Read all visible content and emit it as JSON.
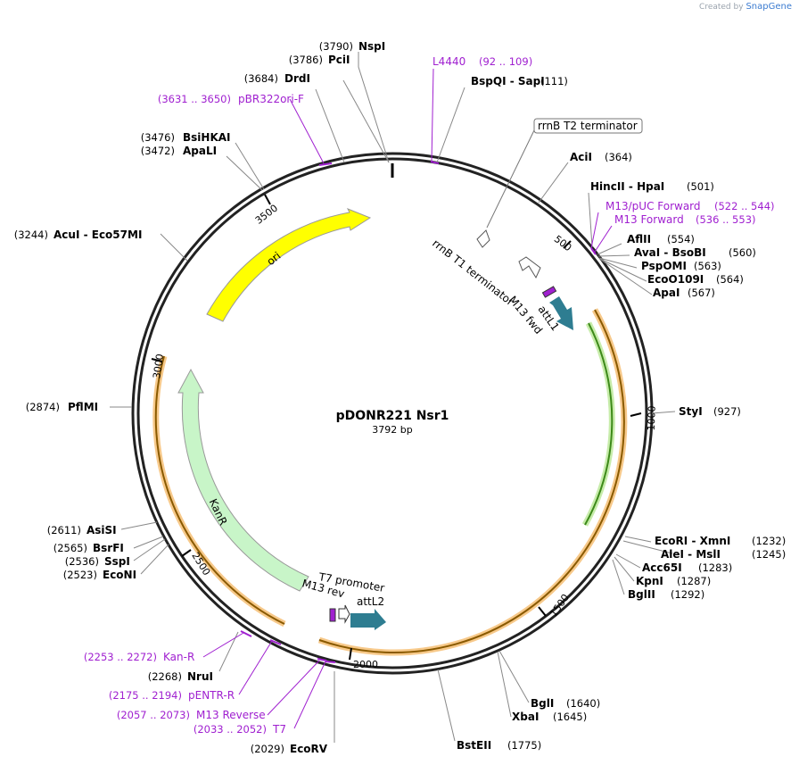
{
  "credit": {
    "prefix": "Created by",
    "brand": "SnapGene"
  },
  "plasmid": {
    "name": "pDONR221 Nsr1",
    "length_label": "3792 bp",
    "length": 3792
  },
  "ticks": [
    "500",
    "1000",
    "1500",
    "2000",
    "2500",
    "3000",
    "3500"
  ],
  "enzyme_sites": [
    {
      "pos": "(3790)",
      "name": "NspI"
    },
    {
      "pos": "(3786)",
      "name": "PciI"
    },
    {
      "pos": "(3684)",
      "name": "DrdI"
    },
    {
      "pos": "(111)",
      "name": "BspQI - SapI"
    },
    {
      "pos": "(364)",
      "name": "AciI"
    },
    {
      "pos": "(501)",
      "name": "HincII - HpaI"
    },
    {
      "pos": "(554)",
      "name": "AflII"
    },
    {
      "pos": "(560)",
      "name": "AvaI - BsoBI"
    },
    {
      "pos": "(563)",
      "name": "PspOMI"
    },
    {
      "pos": "(564)",
      "name": "EcoO109I"
    },
    {
      "pos": "(567)",
      "name": "ApaI"
    },
    {
      "pos": "(927)",
      "name": "StyI"
    },
    {
      "pos": "(1232)",
      "name": "EcoRI - XmnI"
    },
    {
      "pos": "(1245)",
      "name": "AleI - MslI"
    },
    {
      "pos": "(1283)",
      "name": "Acc65I"
    },
    {
      "pos": "(1287)",
      "name": "KpnI"
    },
    {
      "pos": "(1292)",
      "name": "BglII"
    },
    {
      "pos": "(1640)",
      "name": "BglI"
    },
    {
      "pos": "(1645)",
      "name": "XbaI"
    },
    {
      "pos": "(1775)",
      "name": "BstEII"
    },
    {
      "pos": "(2029)",
      "name": "EcoRV"
    },
    {
      "pos": "(2268)",
      "name": "NruI"
    },
    {
      "pos": "(2523)",
      "name": "EcoNI"
    },
    {
      "pos": "(2536)",
      "name": "SspI"
    },
    {
      "pos": "(2565)",
      "name": "BsrFI"
    },
    {
      "pos": "(2611)",
      "name": "AsiSI"
    },
    {
      "pos": "(2874)",
      "name": "PflMI"
    },
    {
      "pos": "(3244)",
      "name": "AcuI - Eco57MI"
    },
    {
      "pos": "(3472)",
      "name": "ApaLI"
    },
    {
      "pos": "(3476)",
      "name": "BsiHKAI"
    }
  ],
  "primers": [
    {
      "name": "L4440",
      "range": "(92 .. 109)"
    },
    {
      "name": "M13/pUC Forward",
      "range": "(522 .. 544)"
    },
    {
      "name": "M13 Forward",
      "range": "(536 .. 553)"
    },
    {
      "name": "pBR322ori-F",
      "range": "(3631 .. 3650)"
    },
    {
      "name": "Kan-R",
      "range": "(2253 .. 2272)"
    },
    {
      "name": "pENTR-R",
      "range": "(2175 .. 2194)"
    },
    {
      "name": "M13 Reverse",
      "range": "(2057 .. 2073)"
    },
    {
      "name": "T7",
      "range": "(2033 .. 2052)"
    }
  ],
  "features": {
    "rrnB_T2": "rrnB T2 terminator",
    "rrnB_T1": "rrnB T1 terminator",
    "m13_fwd": "M13 fwd",
    "attL1": "attL1",
    "t7_promoter": "T7 promoter",
    "m13_rev": "M13 rev",
    "attL2": "attL2",
    "ori": "ori",
    "kanR": "KanR"
  },
  "colors": {
    "backbone": "#222222",
    "ori": "#ffff00",
    "kanR": "#c8f5c8",
    "attL": "#2e7d91",
    "primer": "#a020d0",
    "orange_region": "#f5a623",
    "green_region": "#7ec850"
  }
}
